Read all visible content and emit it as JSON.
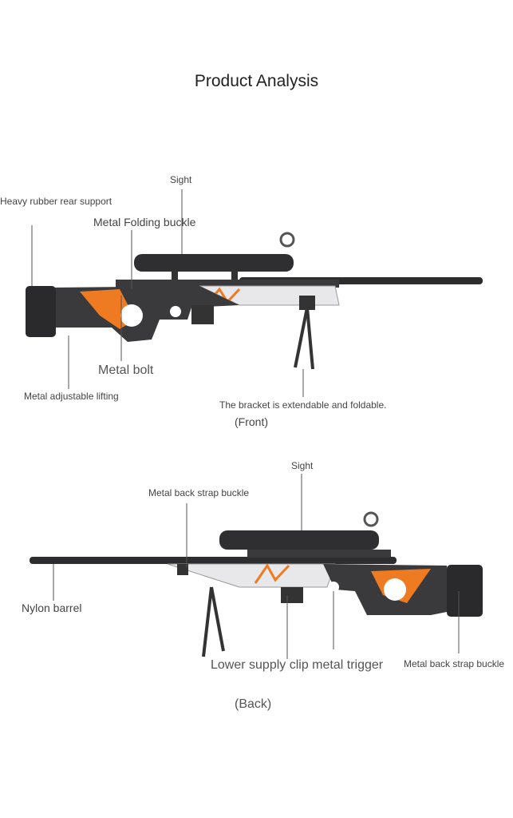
{
  "title": "Product Analysis",
  "front": {
    "caption": "(Front)",
    "labels": {
      "sight": "Sight",
      "rear_support": "Heavy rubber rear support",
      "folding_buckle": "Metal Folding buckle",
      "bolt": "Metal bolt",
      "lifting": "Metal adjustable lifting",
      "bracket": "The bracket is extendable and foldable."
    }
  },
  "back": {
    "caption": "(Back)",
    "labels": {
      "sight": "Sight",
      "strap_buckle_top": "Metal back strap buckle",
      "barrel": "Nylon barrel",
      "clip_trigger": "Lower supply clip metal trigger",
      "strap_buckle_right": "Metal back strap buckle"
    }
  },
  "colors": {
    "orange": "#ee7a22",
    "dark": "#3a3a3c",
    "silver": "#e8e8ea"
  }
}
